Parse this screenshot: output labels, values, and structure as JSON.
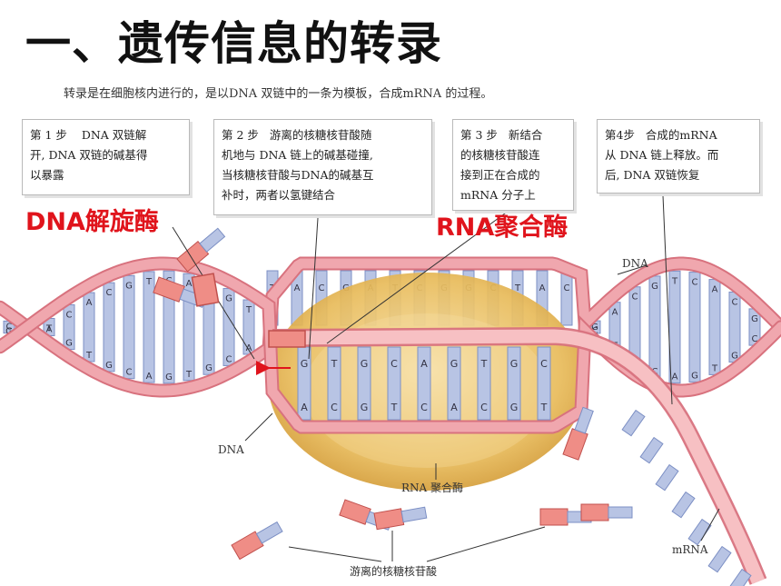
{
  "title": "一、遗传信息的转录",
  "subtitle": "转录是在细胞核内进行的，是以DNA 双链中的一条为模板，合成mRNA 的过程。",
  "steps": [
    {
      "label": "第 1 步",
      "line1": "DNA 双链解",
      "line2": "开, DNA 双链的碱基得",
      "line3": "以暴露"
    },
    {
      "label": "第 2 步",
      "line1": "游离的核糖核苷酸随",
      "line2": "机地与 DNA 链上的碱基碰撞,",
      "line3": "当核糖核苷酸与DNA的碱基互",
      "line4": "补时，两者以氢键结合"
    },
    {
      "label": "第 3 步",
      "line1": "新结合",
      "line2": "的核糖核苷酸连",
      "line3": "接到正在合成的",
      "line4": "mRNA 分子上"
    },
    {
      "label": "第4步",
      "line1": "合成的mRNA",
      "line2": "从 DNA 链上释放。而",
      "line3": "后, DNA 双链恢复"
    }
  ],
  "enzymes": {
    "helicase": "DNA解旋酶",
    "polymerase": "RNA聚合酶"
  },
  "labels": {
    "dna_top": "DNA",
    "dna_bottom": "DNA",
    "rna_polymerase": "RNA 聚合酶",
    "free_nucleotides": "游离的核糖核苷酸",
    "mrna": "mRNA"
  },
  "colors": {
    "strand": "#f0a7ae",
    "strand_edge": "#d8727e",
    "base": "#b8c4e4",
    "base_edge": "#7c8fc4",
    "enzyme": "#e3b04c",
    "enzyme_core": "#f5dca0",
    "mrna_head": "#ef8d86",
    "red_text": "#e0141c"
  }
}
